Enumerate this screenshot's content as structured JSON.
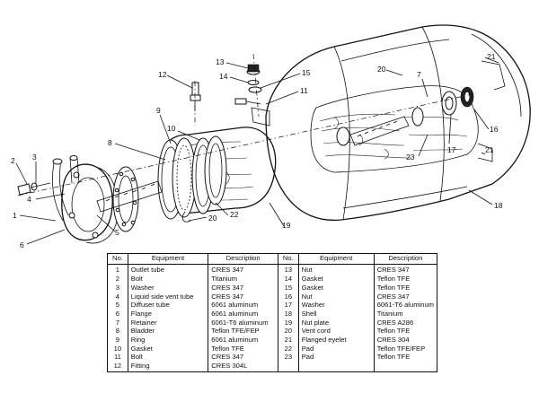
{
  "callouts": [
    "1",
    "2",
    "3",
    "4",
    "5",
    "6",
    "7",
    "8",
    "9",
    "10",
    "11",
    "12",
    "13",
    "14",
    "15",
    "16",
    "17",
    "18",
    "19",
    "20",
    "21",
    "22",
    "23"
  ],
  "table": {
    "headers": [
      "No.",
      "Equipment",
      "Description",
      "No.",
      "Equipment",
      "Description"
    ],
    "left": [
      {
        "no": "1",
        "equipment": "Outlet tube",
        "description": "CRES 347"
      },
      {
        "no": "2",
        "equipment": "Bolt",
        "description": "Titanium"
      },
      {
        "no": "3",
        "equipment": "Washer",
        "description": "CRES 347"
      },
      {
        "no": "4",
        "equipment": "Liquid side vent tube",
        "description": "CRES 347"
      },
      {
        "no": "5",
        "equipment": "Diffuser tube",
        "description": "6061 aluminum"
      },
      {
        "no": "6",
        "equipment": "Flange",
        "description": "6061 aluminum"
      },
      {
        "no": "7",
        "equipment": "Retainer",
        "description": "6061-T6 aluminum"
      },
      {
        "no": "8",
        "equipment": "Bladder",
        "description": "Teflon TFE/FEP"
      },
      {
        "no": "9",
        "equipment": "Ring",
        "description": "6061 aluminum"
      },
      {
        "no": "10",
        "equipment": "Gasket",
        "description": "Teflon TFE"
      },
      {
        "no": "11",
        "equipment": "Bolt",
        "description": "CRES 347"
      },
      {
        "no": "12",
        "equipment": "Fitting",
        "description": "CRES 304L"
      }
    ],
    "right": [
      {
        "no": "13",
        "equipment": "Nut",
        "description": "CRES 347"
      },
      {
        "no": "14",
        "equipment": "Gasket",
        "description": "Teflon TFE"
      },
      {
        "no": "15",
        "equipment": "Gasket",
        "description": "Teflon TFE"
      },
      {
        "no": "16",
        "equipment": "Nut",
        "description": "CRES 347"
      },
      {
        "no": "17",
        "equipment": "Washer",
        "description": "6061-T6 aluminum"
      },
      {
        "no": "18",
        "equipment": "Shell",
        "description": "Titanium"
      },
      {
        "no": "19",
        "equipment": "Nut plate",
        "description": "CRES A286"
      },
      {
        "no": "20",
        "equipment": "Vent cord",
        "description": "Teflon TFE"
      },
      {
        "no": "21",
        "equipment": "Flanged eyelet",
        "description": "CRES 304"
      },
      {
        "no": "22",
        "equipment": "Pad",
        "description": "Teflon TFE/FEP"
      },
      {
        "no": "23",
        "equipment": "Pad",
        "description": "Teflon TFE"
      },
      {
        "no": "",
        "equipment": "",
        "description": ""
      }
    ]
  }
}
